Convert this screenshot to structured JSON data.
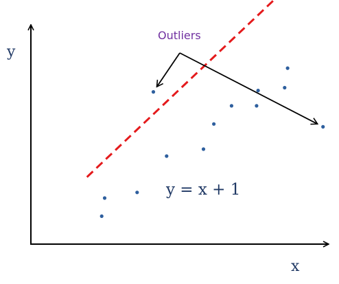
{
  "chart_data": {
    "type": "scatter",
    "title": "",
    "xlabel": "x",
    "ylabel": "y",
    "xlim": [
      0,
      20
    ],
    "ylim": [
      0,
      16
    ],
    "grid": false,
    "series": [
      {
        "values": [
          {
            "x": 4.8,
            "y": 2.0
          },
          {
            "x": 5.0,
            "y": 3.3
          },
          {
            "x": 7.2,
            "y": 3.7
          },
          {
            "x": 9.2,
            "y": 6.3
          },
          {
            "x": 11.7,
            "y": 6.8
          },
          {
            "x": 12.4,
            "y": 8.6
          },
          {
            "x": 13.6,
            "y": 9.9
          },
          {
            "x": 15.3,
            "y": 9.9
          },
          {
            "x": 15.4,
            "y": 11.0
          },
          {
            "x": 17.2,
            "y": 11.2
          },
          {
            "x": 17.4,
            "y": 12.6
          },
          {
            "x": 8.3,
            "y": 10.9
          },
          {
            "x": 19.8,
            "y": 8.4
          }
        ]
      }
    ],
    "trendline": {
      "equation": "y = x + 1",
      "x_range": [
        3.8,
        20.0
      ],
      "color": "#e41a1c",
      "style": "dashed"
    },
    "annotation": {
      "text": "Outliers",
      "color": "#7030a0",
      "targets": [
        11,
        12
      ]
    },
    "colors": {
      "points": "#2e5f9e",
      "axes": "#000000",
      "axis_text": "#1f3864"
    }
  }
}
